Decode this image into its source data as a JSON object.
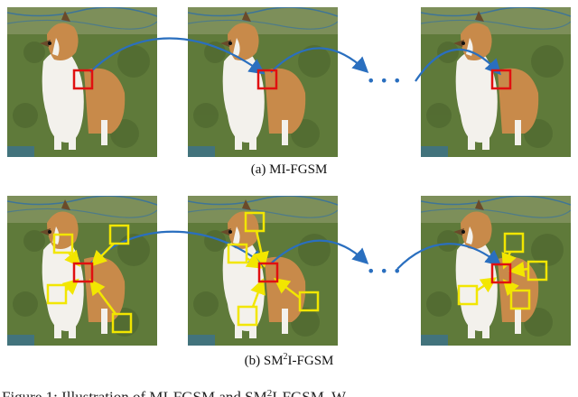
{
  "captions": {
    "a": "(a) MI-FGSM",
    "b_prefix": "(b) SM",
    "b_sup": "2",
    "b_suffix": "I-FGSM"
  },
  "footer_text": "Figure 1: Illustration of MI-FGSM and SM",
  "footer_sup": "2",
  "footer_tail": "I-FGSM. W",
  "colors": {
    "grass": "#5f7a3a",
    "fence": "#2e6ea8",
    "fur_white": "#f3f1ec",
    "fur_tan": "#c88a4a",
    "fur_dark": "#6a4a2a",
    "gradient_box": "#e01010",
    "neighbor_box": "#f2e600",
    "arrow": "#2a6fbf"
  },
  "dots_glyph": "• • •"
}
